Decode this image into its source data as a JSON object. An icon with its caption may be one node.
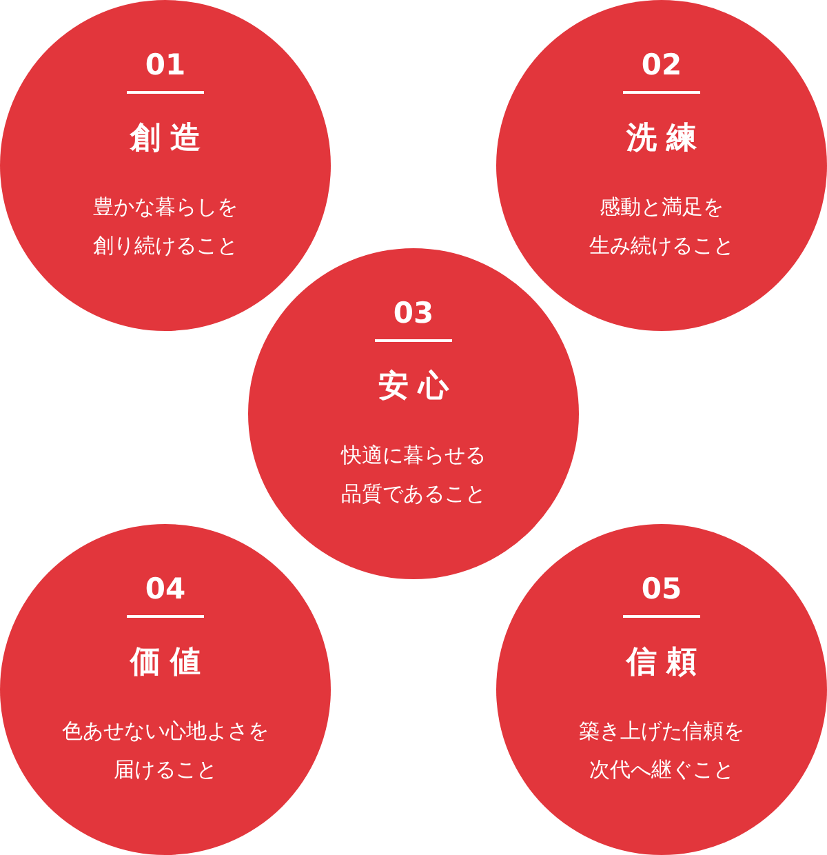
{
  "diagram": {
    "nodes": [
      {
        "text": [
          "01",
          "創造",
          "豊かな暮らしを創り続けること"
        ]
      },
      {
        "text": [
          "02",
          "洗練",
          "感動と満足を生み続けること"
        ]
      },
      {
        "text": [
          "03",
          "安心",
          "快適に暮らせる品質であること"
        ]
      },
      {
        "text": [
          "04",
          "価値",
          "色あせない心地よさを届けること"
        ]
      },
      {
        "text": [
          "05",
          "信頼",
          "築き上げた信頼を次代へ継ぐこと"
        ]
      }
    ]
  }
}
